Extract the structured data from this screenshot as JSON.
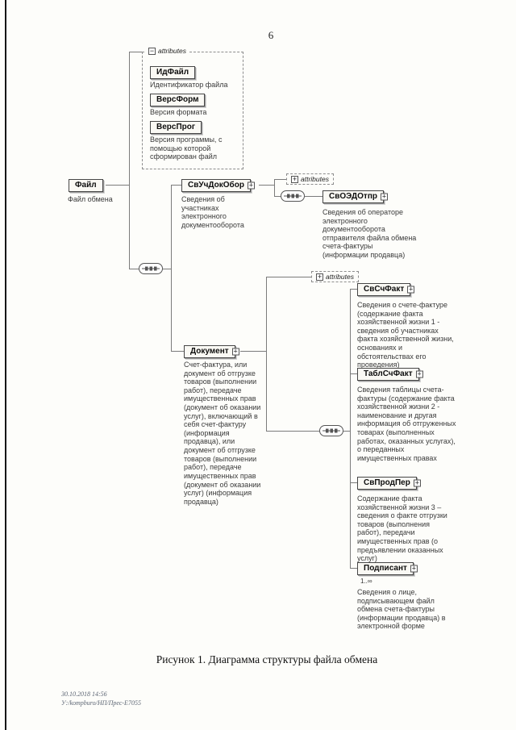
{
  "page": {
    "number": "6",
    "caption": "Рисунок 1. Диаграмма структуры файла обмена",
    "footer_line1": "30.10.2018 14:56",
    "footer_line2": "У:/kompburo/НП/Прес-Е7055"
  },
  "icons": {
    "plus": "+",
    "minus": "−"
  },
  "diagram": {
    "attributes_label": "attributes",
    "root": {
      "label": "Файл",
      "desc": "Файл обмена"
    },
    "attributes": [
      {
        "label": "ИдФайл",
        "desc": "Идентификатор файла"
      },
      {
        "label": "ВерсФорм",
        "desc": "Версия формата"
      },
      {
        "label": "ВерсПрог",
        "desc": "Версия программы, с помощью которой сформирован файл"
      }
    ],
    "svuchdokobor": {
      "label": "СвУчДокОбор",
      "desc": "Сведения об участниках электронного документооборота"
    },
    "svoedotpr": {
      "label": "СвОЭДОтпр",
      "desc": "Сведения об операторе электронного документооборота отправителя файла обмена счета-фактуры (информации продавца)"
    },
    "dokument": {
      "label": "Документ",
      "desc": "Счет-фактура, или документ об отгрузке товаров (выполнении работ), передаче имущественных прав (документ об оказании услуг), включающий в себя счет-фактуру (информация продавца), или документ об отгрузке товаров (выполнении работ), передаче имущественных прав (документ об оказании услуг) (информация продавца)"
    },
    "svschfakt": {
      "label": "СвСчФакт",
      "desc": "Сведения о счете-фактуре (содержание факта хозяйственной жизни 1 - сведения об участниках факта хозяйственной жизни, основаниях и обстоятельствах его проведения)"
    },
    "tablschfakt": {
      "label": "ТаблСчФакт",
      "desc": "Сведения таблицы счета-фактуры (содержание факта хозяйственной жизни 2 - наименование и другая информация об отгруженных товарах (выполненных работах, оказанных услугах), о переданных имущественных правах"
    },
    "svprodper": {
      "label": "СвПродПер",
      "desc": "Содержание факта хозяйственной жизни 3 – сведения о факте отгрузки товаров (выполнения работ), передачи имущественных прав (о предъявлении оказанных услуг)"
    },
    "podpisant": {
      "label": "Подписант",
      "cardinality": "1..∞",
      "desc": "Сведения о лице, подписывающем файл обмена счета-фактуры (информации продавца) в электронной форме"
    }
  }
}
